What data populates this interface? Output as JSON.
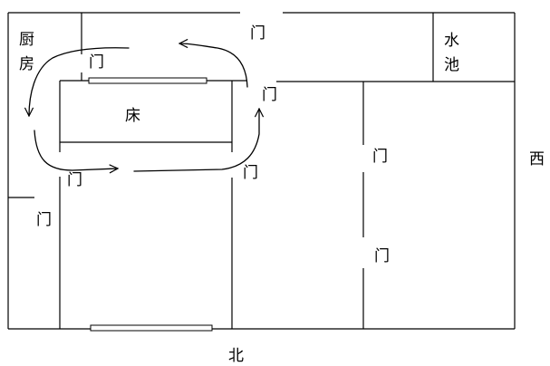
{
  "labels": {
    "kitchen_line1": "厨",
    "kitchen_line2": "房",
    "sink_line1": "水",
    "sink_line2": "池",
    "bed": "床",
    "west": "西",
    "north": "北",
    "door": "门"
  }
}
